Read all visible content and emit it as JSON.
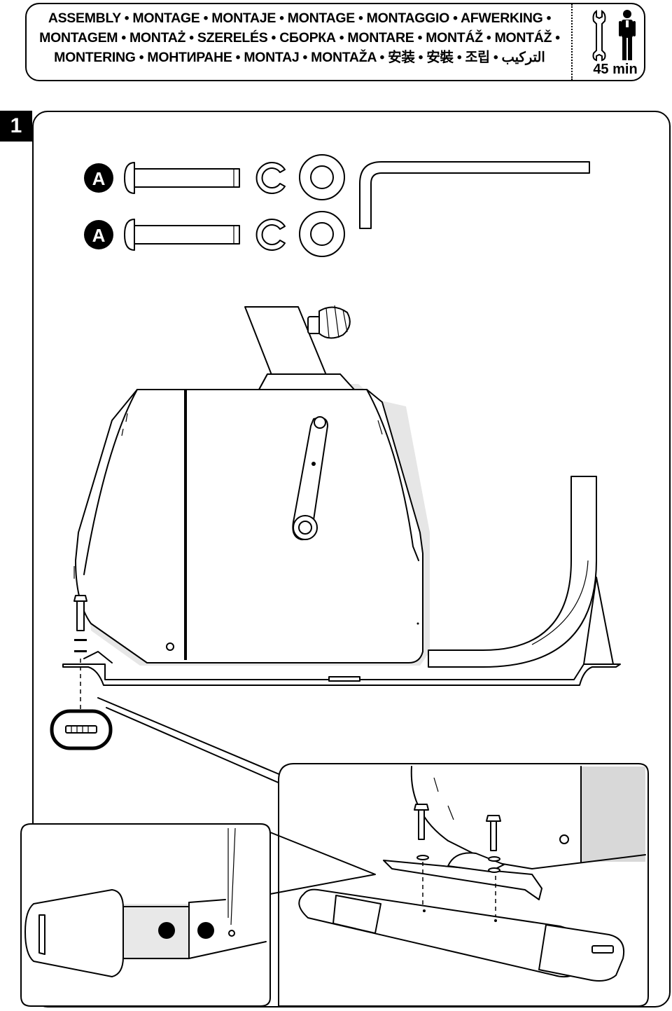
{
  "header": {
    "lines": [
      "ASSEMBLY • MONTAGE • MONTAJE • MONTAGE • MONTAGGIO • AFWERKING •",
      "MONTAGEM • MONTAŻ • SZERELÉS • СБОРКА • MONTARE • MONTÁŽ • MONTÁŽ •",
      "MONTERING • МОНТИРАНЕ • MONTAJ • MONTAŽA • 安装 • 安裝 • 조립 • التركيب"
    ],
    "time": "45 min",
    "icons": [
      "wrench-icon",
      "person-icon"
    ]
  },
  "step": {
    "number": "1",
    "parts": [
      {
        "label": "A"
      },
      {
        "label": "A"
      }
    ]
  }
}
